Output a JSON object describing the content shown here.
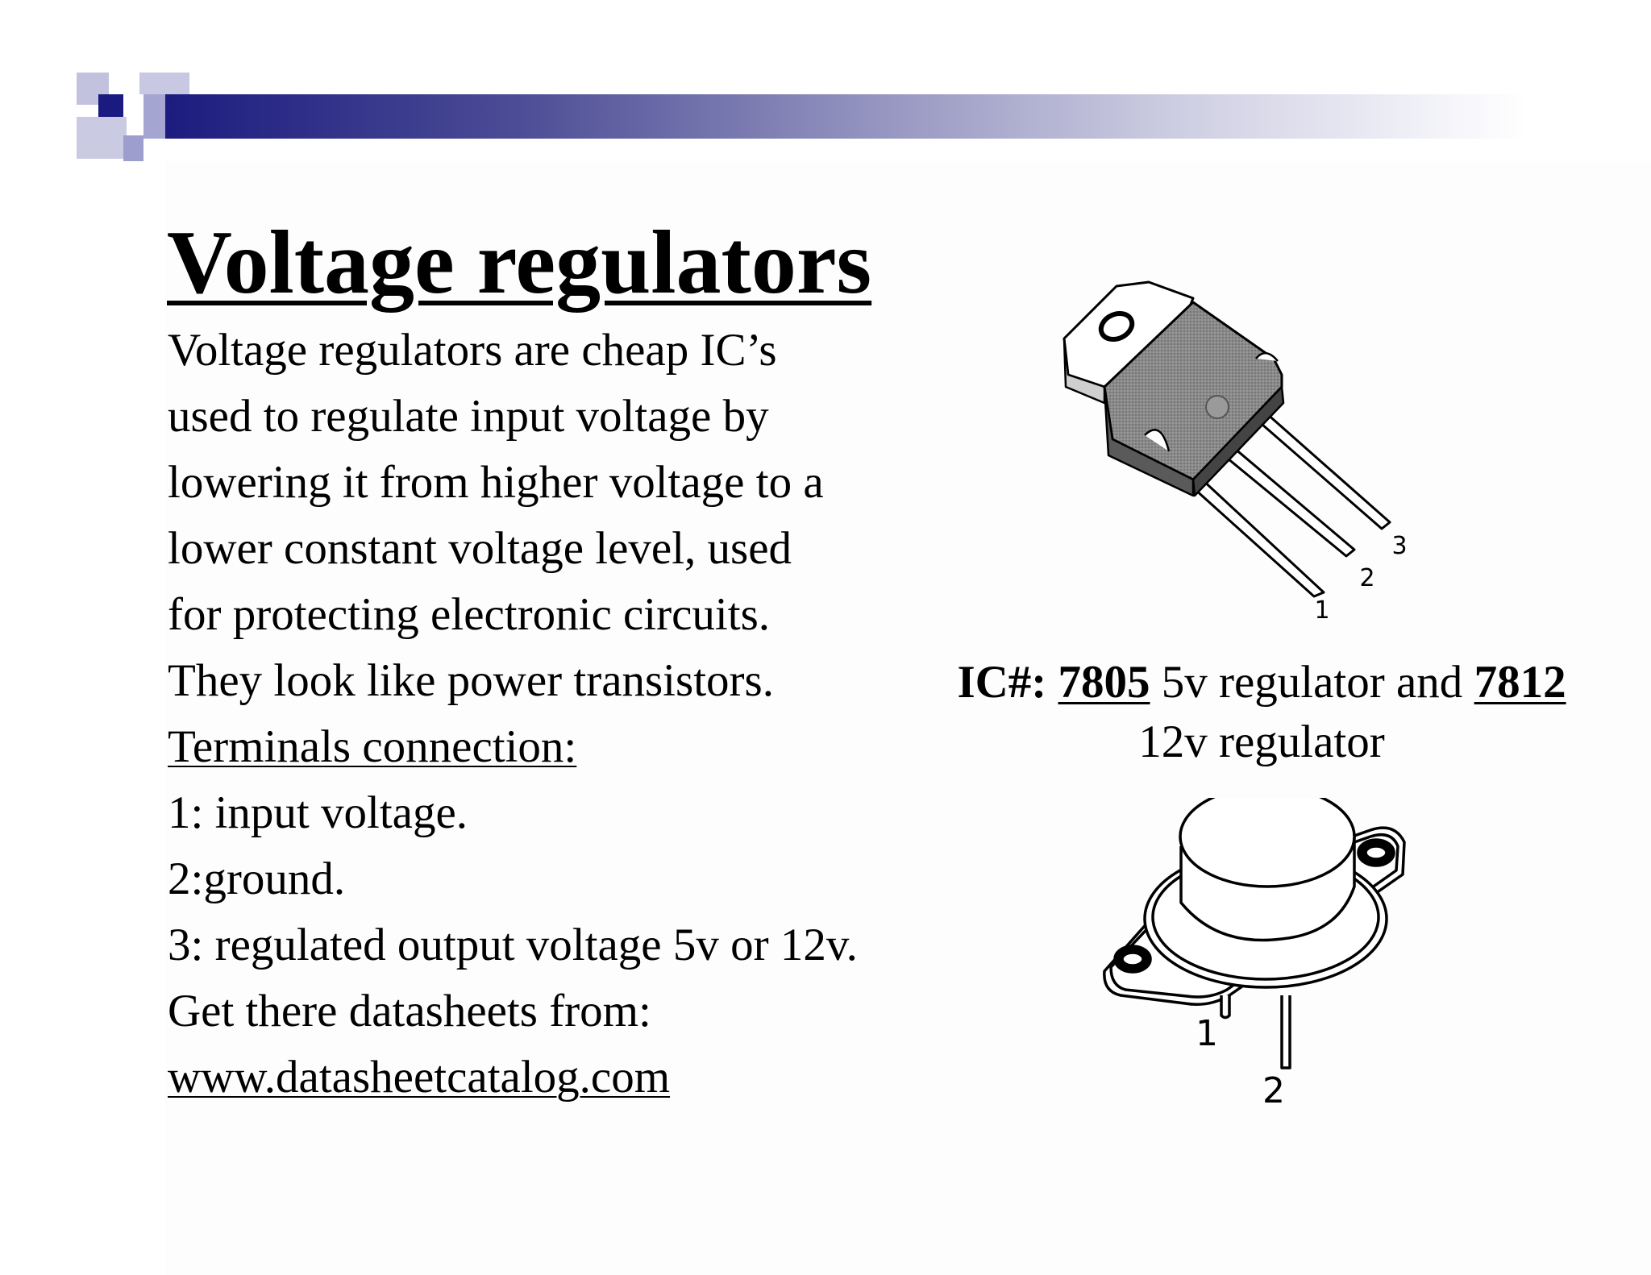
{
  "title": "Voltage regulators",
  "body": {
    "lines": [
      "Voltage regulators are cheap IC’s",
      "used to regulate input voltage by",
      "lowering it from higher voltage to a",
      "lower constant voltage level, used",
      "for protecting electronic circuits.",
      "They look like power transistors."
    ],
    "terminals_heading": "Terminals connection:",
    "terminals": [
      "1: input voltage.",
      "2:ground.",
      "3: regulated output voltage 5v or 12v."
    ],
    "datasheet_text": "Get there datasheets from:",
    "datasheet_link": "www.datasheetcatalog.com"
  },
  "caption": {
    "prefix": "IC#:",
    "part1": "7805",
    "middle": "5v regulator and",
    "part2": "7812",
    "line2": "12v regulator"
  },
  "to220_figure": {
    "pins": [
      "1",
      "2",
      "3"
    ]
  },
  "to3_figure": {
    "pins": [
      "1",
      "2"
    ]
  },
  "colors": {
    "banner_dark": "#1c1c80",
    "square_dark": "#1a1a80",
    "square_light": "#b4b4d6"
  }
}
